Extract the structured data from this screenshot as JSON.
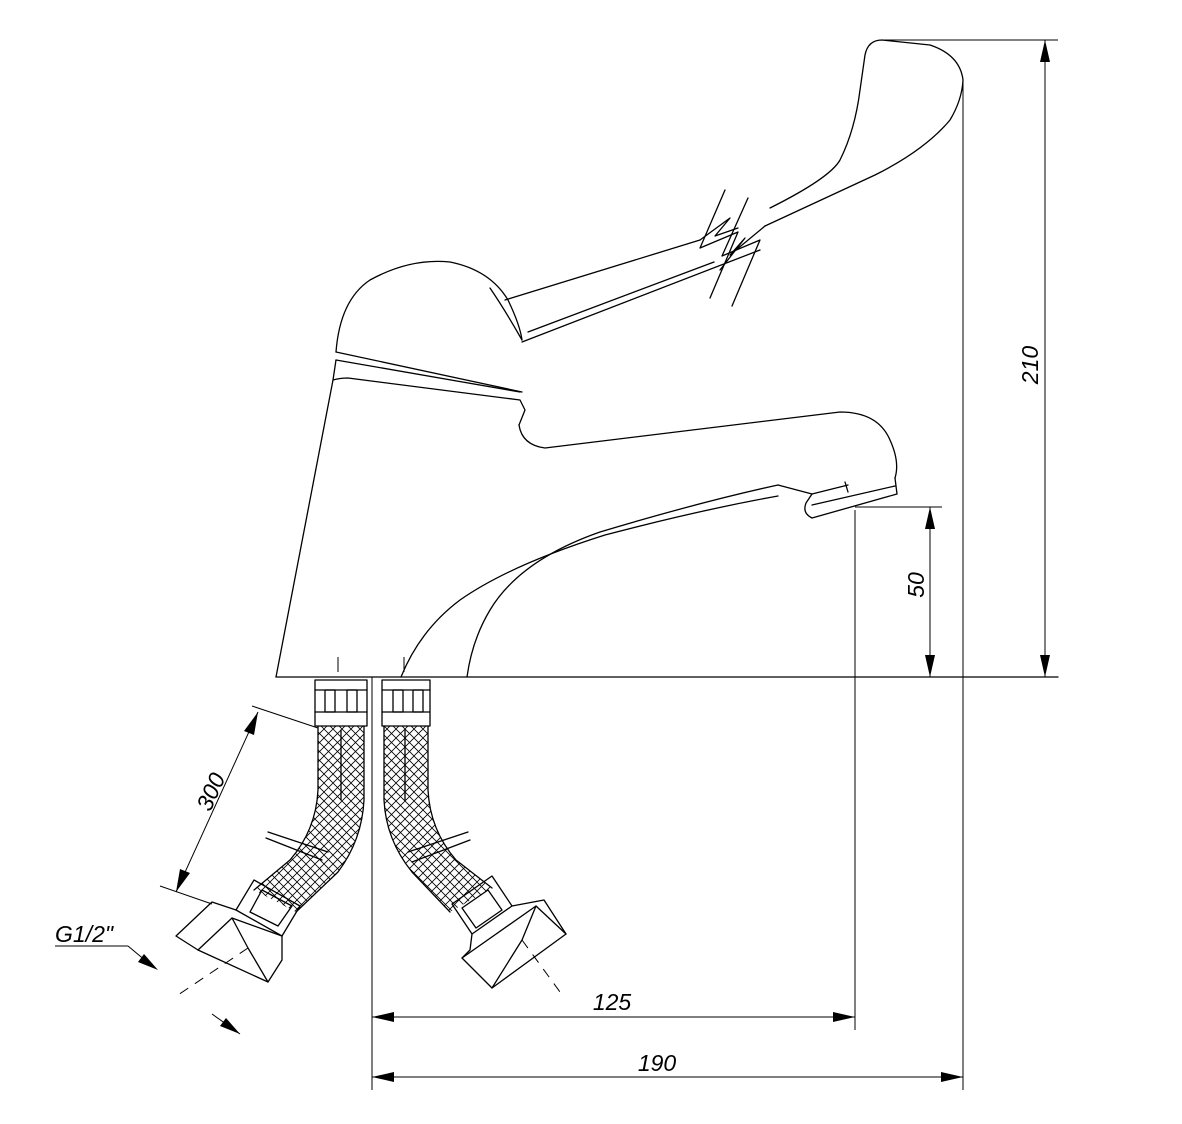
{
  "dimensions": {
    "total_height": "210",
    "spout_height": "50",
    "hose_length": "300",
    "spout_reach": "125",
    "total_depth": "190"
  },
  "connection": {
    "thread_label": "G1/2\""
  }
}
